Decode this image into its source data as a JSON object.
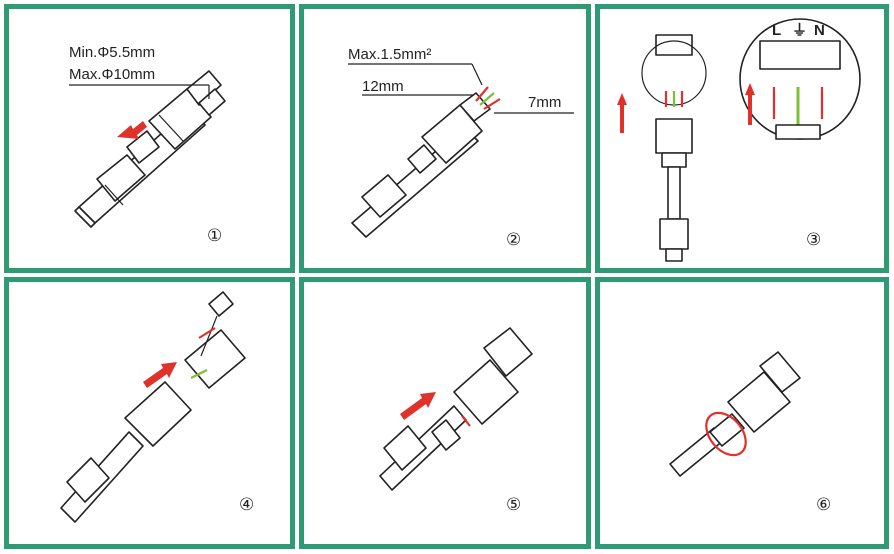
{
  "colors": {
    "border": "#2e9b74",
    "arrow": "#e0312a",
    "wire_earth": "#7bbf3a",
    "wire_live": "#e0312a"
  },
  "steps": [
    {
      "number": "①",
      "labels": {
        "min_diameter": "Min.Φ5.5mm",
        "max_diameter": "Max.Φ10mm"
      }
    },
    {
      "number": "②",
      "labels": {
        "max_section": "Max.1.5mm²",
        "strip_outer": "12mm",
        "strip_inner": "7mm"
      }
    },
    {
      "number": "③",
      "terminals": [
        "L",
        "⏚",
        "N"
      ]
    },
    {
      "number": "④"
    },
    {
      "number": "⑤"
    },
    {
      "number": "⑥"
    }
  ]
}
